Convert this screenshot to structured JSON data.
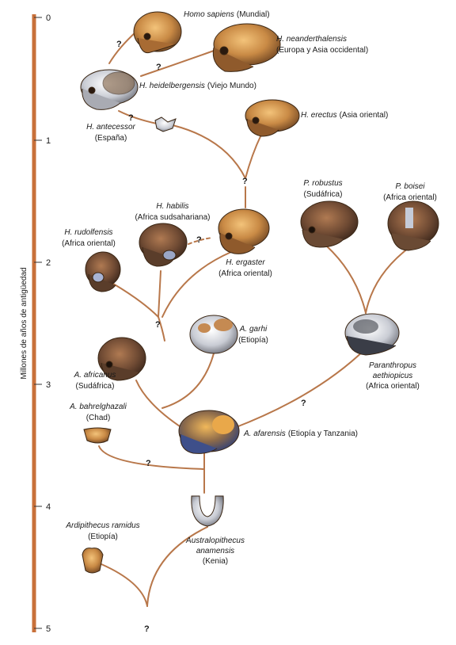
{
  "axis": {
    "title": "Millones de años de antigüedad",
    "ticks": [
      "0",
      "1",
      "2",
      "3",
      "4",
      "5"
    ],
    "color": "#c8703a"
  },
  "branch_color": "#b8774a",
  "question_mark": "?",
  "species": {
    "sapiens": {
      "name": "Homo sapiens",
      "region": "(Mundial)"
    },
    "neanderthalensis": {
      "name": "H. neanderthalensis",
      "region": "(Europa y Asia occidental)"
    },
    "heidelbergensis": {
      "name": "H. heidelbergensis",
      "region": "(Viejo Mundo)"
    },
    "antecessor": {
      "name": "H. antecessor",
      "region": "(España)"
    },
    "erectus": {
      "name": "H. erectus",
      "region": "(Asia oriental)"
    },
    "habilis": {
      "name": "H. habilis",
      "region": "(Africa sudsahariana)"
    },
    "rudolfensis": {
      "name": "H. rudolfensis",
      "region": "(Africa oriental)"
    },
    "ergaster": {
      "name": "H. ergaster",
      "region": "(Africa oriental)"
    },
    "robustus": {
      "name": "P. robustus",
      "region": "(Sudáfrica)"
    },
    "boisei": {
      "name": "P. boisei",
      "region": "(Africa oriental)"
    },
    "garhi": {
      "name": "A. garhi",
      "region": "(Etiopía)"
    },
    "africanus": {
      "name": "A. africanus",
      "region": "(Sudáfrica)"
    },
    "aethiopicus": {
      "name1": "Paranthropus",
      "name2": "aethiopicus",
      "region": "(Africa oriental)"
    },
    "bahrelghazali": {
      "name": "A. bahrelghazali",
      "region": "(Chad)"
    },
    "afarensis": {
      "name": "A. afarensis",
      "region": "(Etiopía y Tanzania)"
    },
    "ramidus": {
      "name": "Ardipithecus ramidus",
      "region": "(Etiopía)"
    },
    "anamensis": {
      "name1": "Australopithecus",
      "name2": "anamensis",
      "region": "(Kenia)"
    }
  }
}
